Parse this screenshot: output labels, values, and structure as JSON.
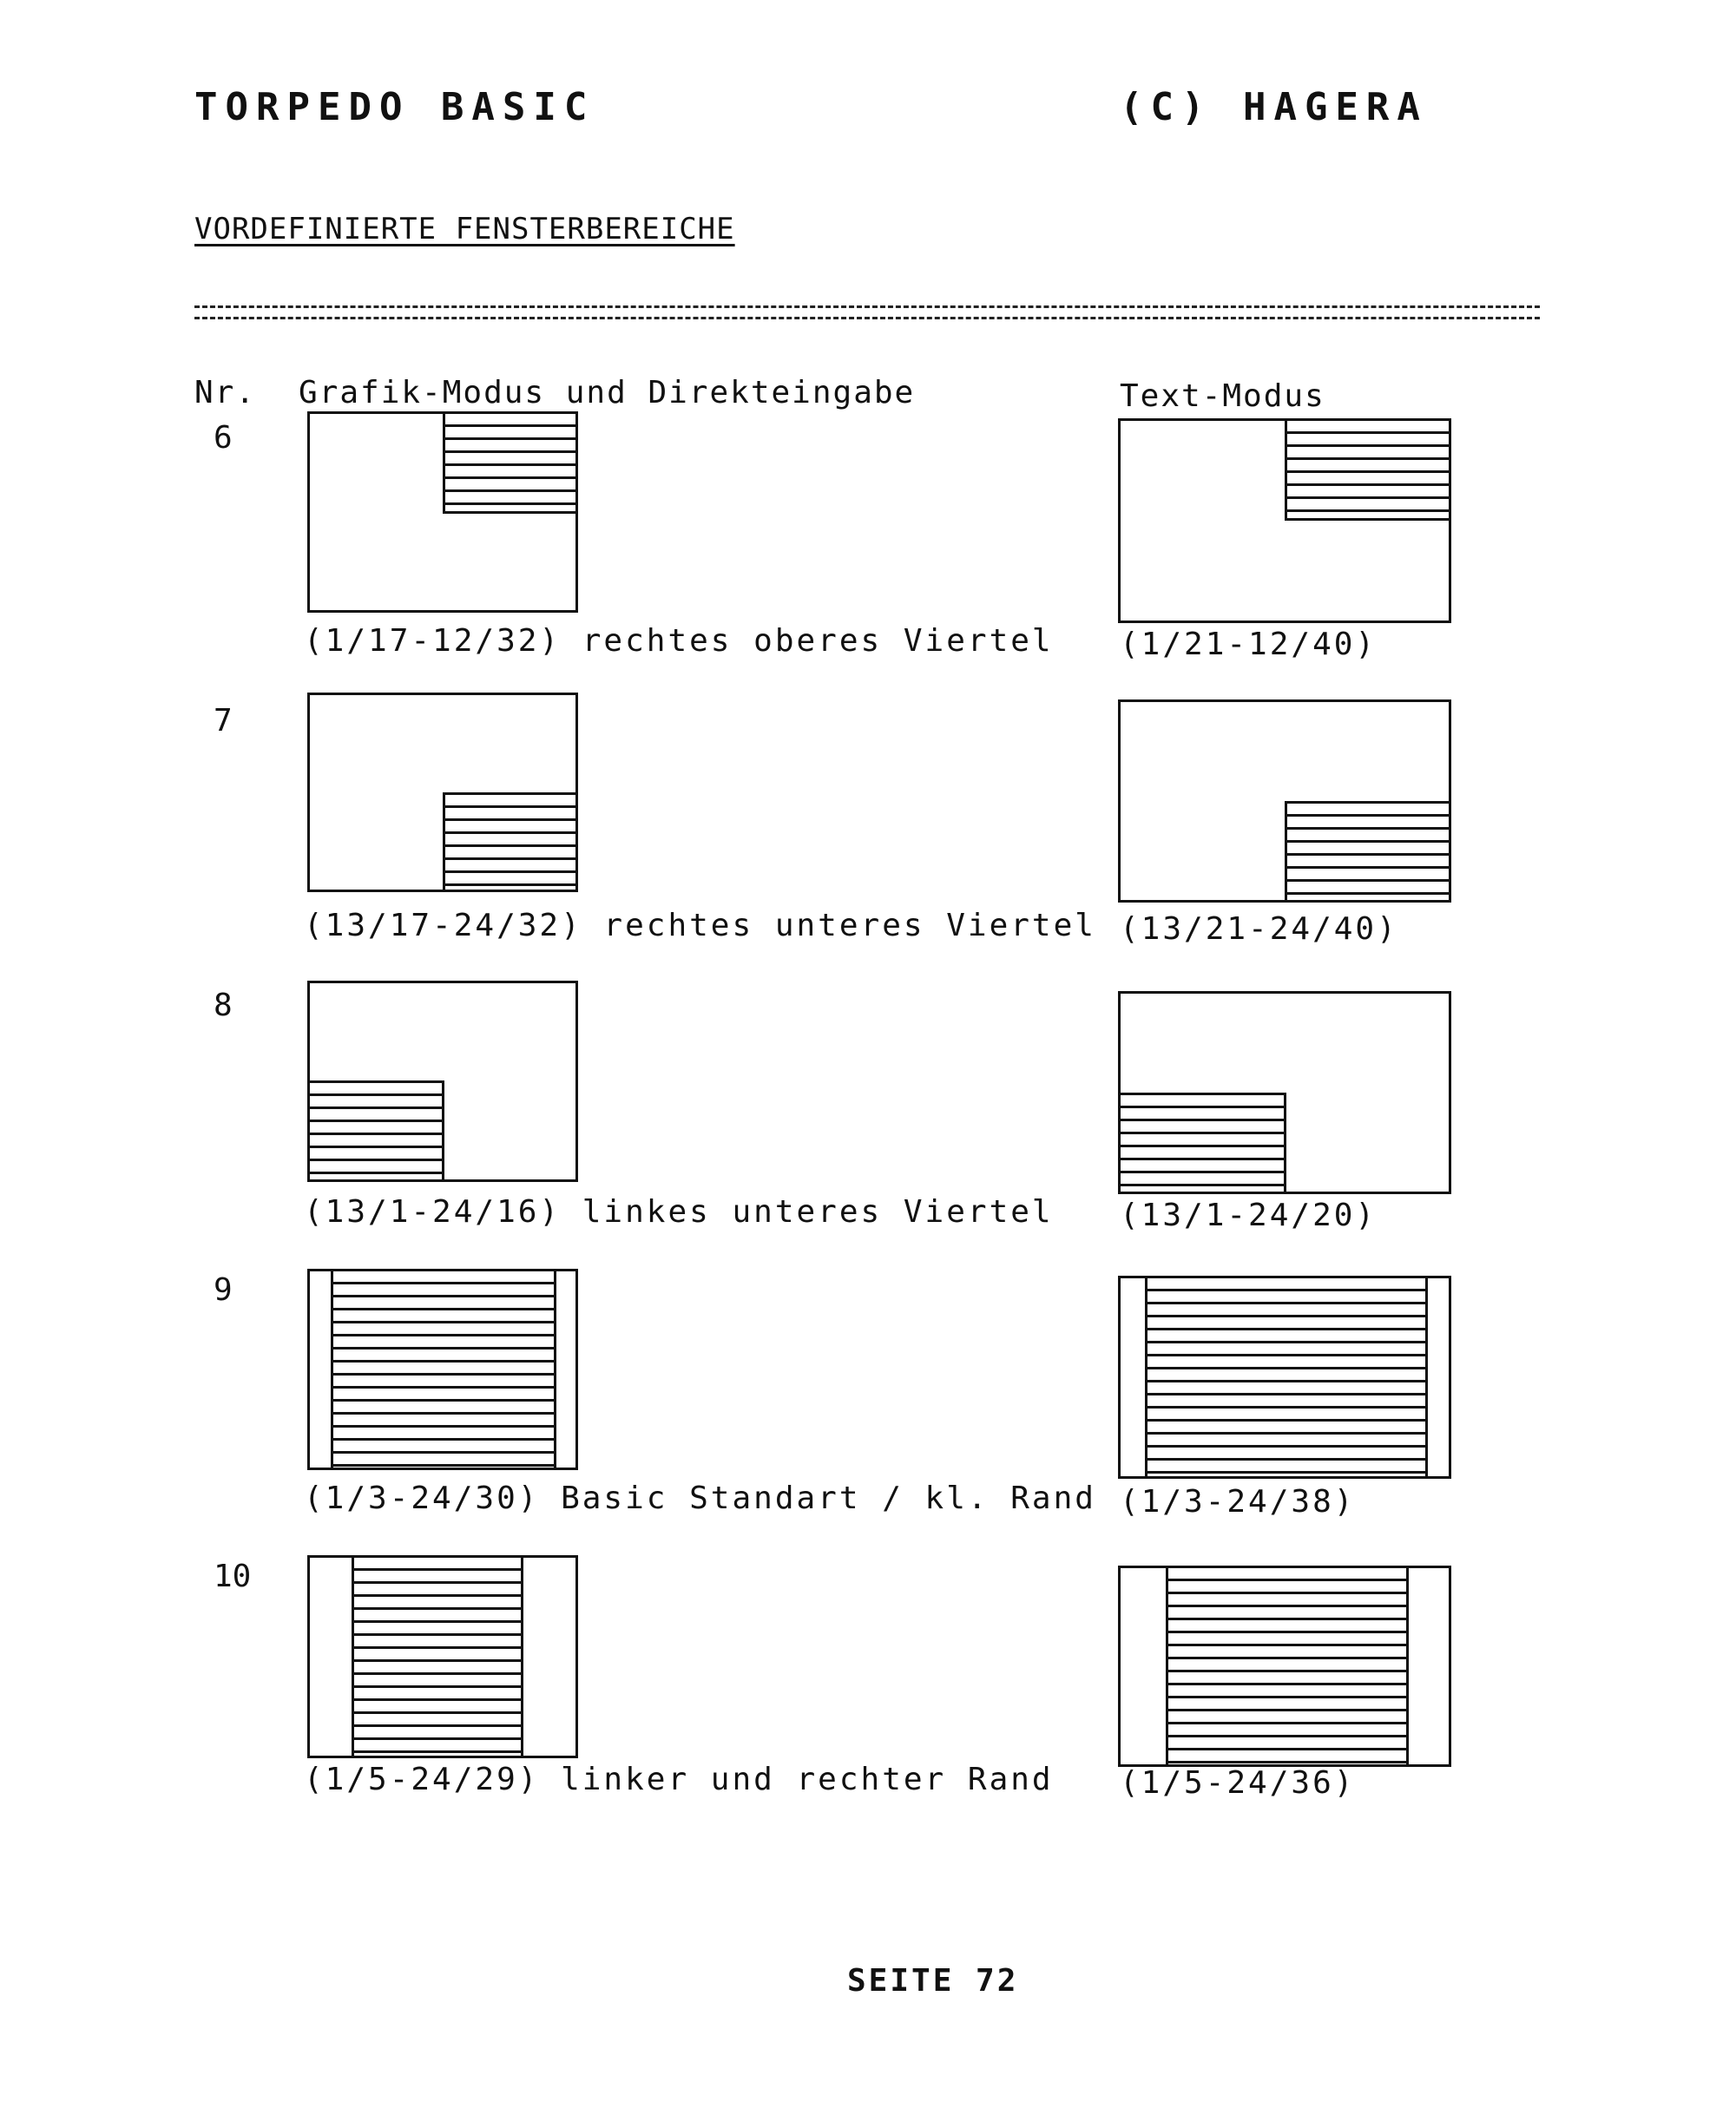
{
  "header": {
    "left": "TORPEDO BASIC",
    "right": "(C) HAGERA"
  },
  "section_title": "VORDEFINIERTE FENSTERBEREICHE",
  "columns": {
    "nr": "Nr.",
    "grafik": "Grafik-Modus und Direkteingabe",
    "text": "Text-Modus"
  },
  "rows": [
    {
      "nr": "6",
      "grafik_caption": "(1/17-12/32) rechtes oberes Viertel",
      "text_caption": "(1/21-12/40)"
    },
    {
      "nr": "7",
      "grafik_caption": "(13/17-24/32) rechtes unteres Viertel",
      "text_caption": "(13/21-24/40)"
    },
    {
      "nr": "8",
      "grafik_caption": "(13/1-24/16) linkes unteres Viertel",
      "text_caption": "(13/1-24/20)"
    },
    {
      "nr": "9",
      "grafik_caption": "(1/3-24/30) Basic Standart / kl. Rand",
      "text_caption": "(1/3-24/38)"
    },
    {
      "nr": "10",
      "grafik_caption": "(1/5-24/29) linker und rechter Rand",
      "text_caption": "(1/5-24/36)"
    }
  ],
  "footer": "SEITE 72"
}
